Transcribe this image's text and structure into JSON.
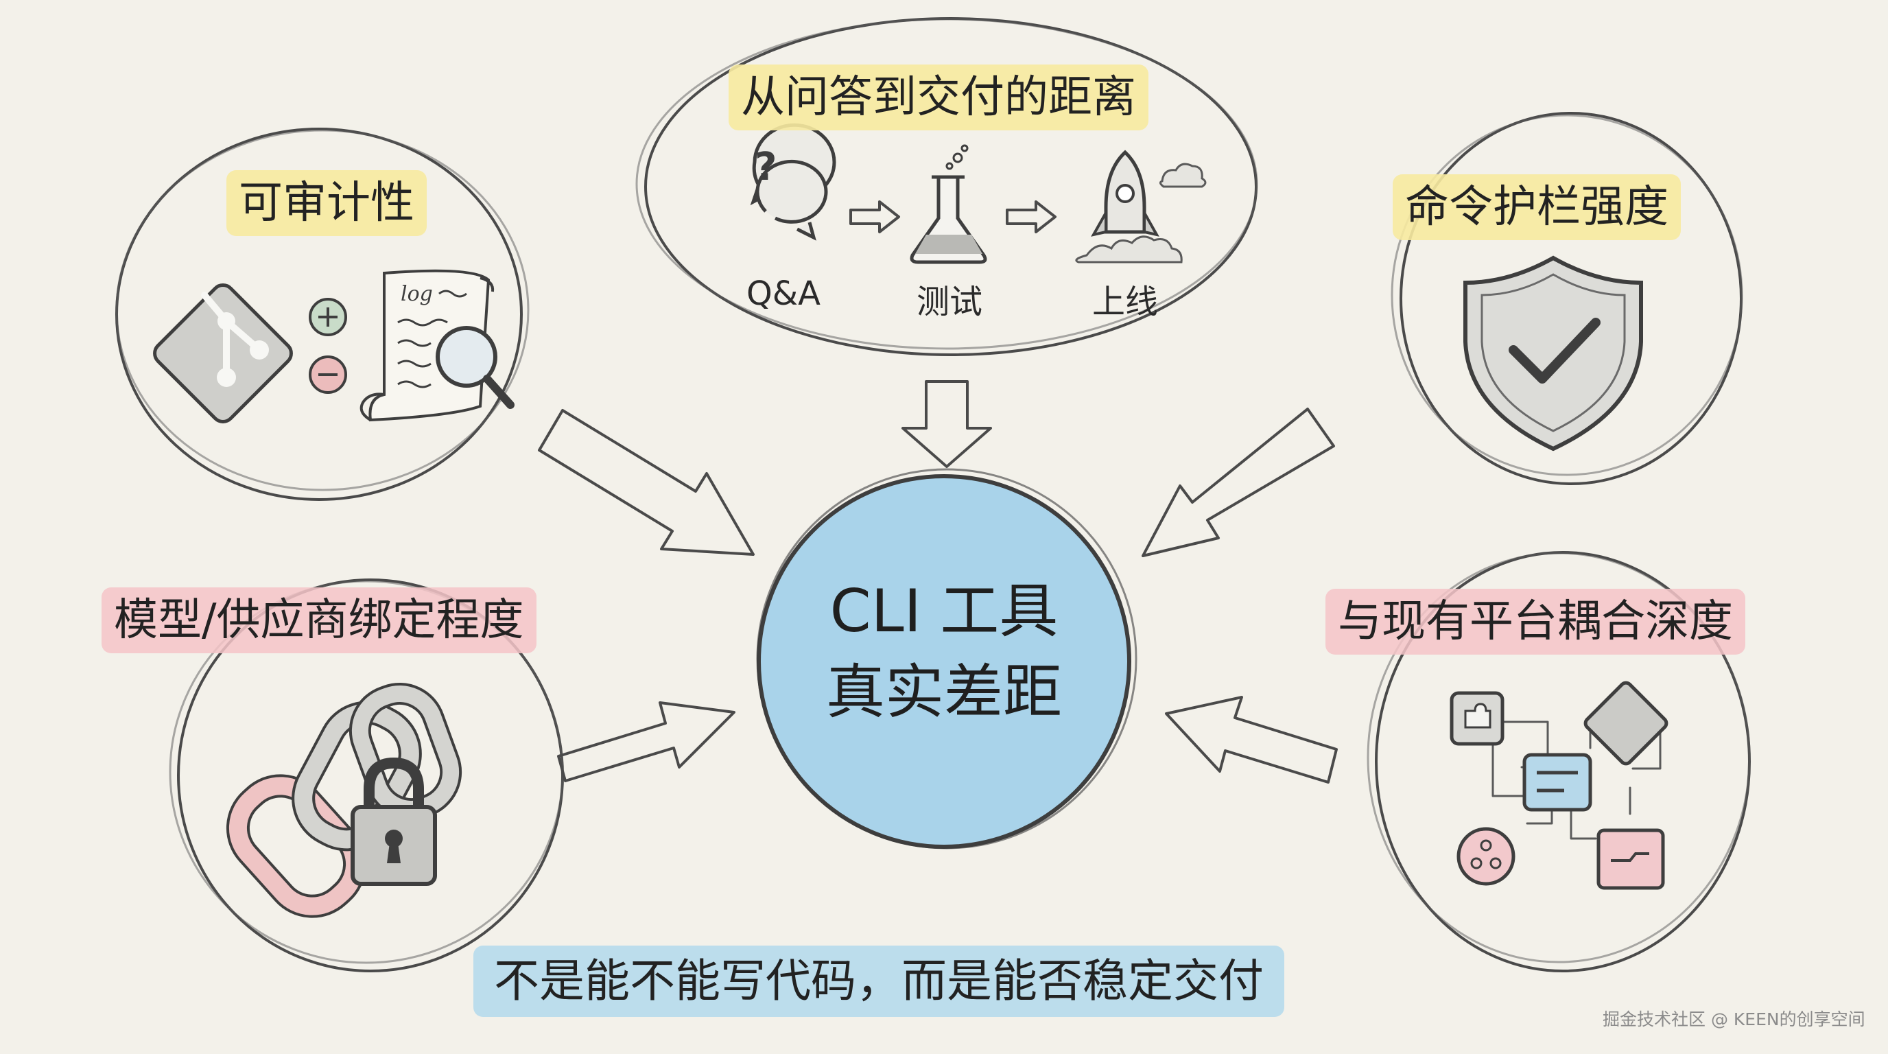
{
  "center": {
    "line1": "CLI 工具",
    "line2": "真实差距"
  },
  "nodes": {
    "auditability": {
      "label": "可审计性",
      "icon": "git-log-audit-icon"
    },
    "delivery": {
      "label": "从问答到交付的距离",
      "steps": [
        {
          "label": "Q&A",
          "icon": "question-chat-icon"
        },
        {
          "label": "测试",
          "icon": "flask-icon"
        },
        {
          "label": "上线",
          "icon": "rocket-icon"
        }
      ]
    },
    "guardrails": {
      "label": "命令护栏强度",
      "icon": "shield-check-icon"
    },
    "vendor_lock": {
      "label": "模型/供应商绑定程度",
      "icon": "chain-lock-icon"
    },
    "coupling": {
      "label": "与现有平台耦合深度",
      "icon": "platform-network-icon"
    }
  },
  "bottom_caption": "不是能不能写代码，而是能否稳定交付",
  "watermark": "掘金技术社区 @ KEEN的创享空间",
  "colors": {
    "background": "#f3f1ea",
    "highlight_yellow": "#f7eaa0",
    "highlight_pink": "#f4c4c8",
    "highlight_blue": "#b6daec",
    "center_fill": "#a9d3ea",
    "stroke": "#4a4a4a"
  }
}
